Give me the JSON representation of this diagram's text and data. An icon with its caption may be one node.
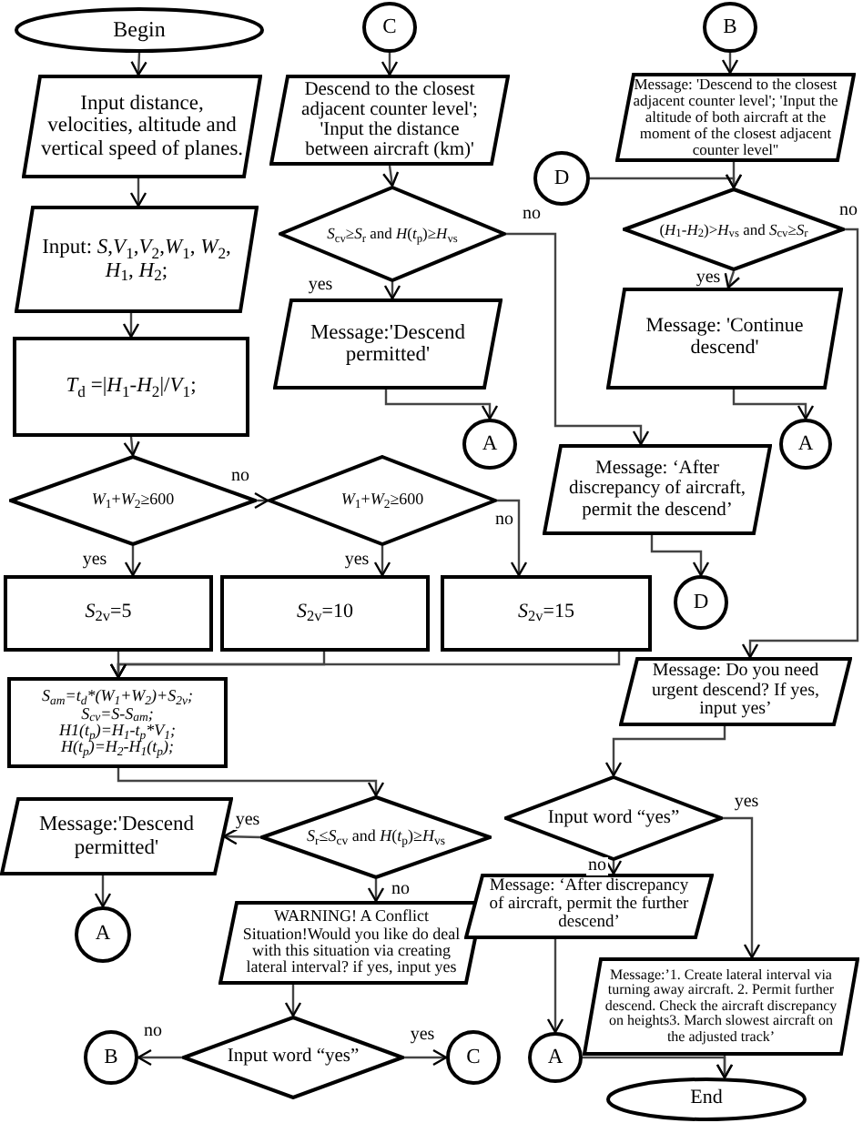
{
  "diagram": {
    "nodes": [
      {
        "text": [
          "Begin"
        ]
      },
      {
        "text": [
          "Input distance, velocities, altitude and vertical speed of planes."
        ]
      },
      {
        "text": [
          "Input: *S*,*V*$_{1}$,*V*$_{2}$,*W*$_{1}$, *W*$_{2}$, *H*$_{1}$, *H*$_{2}$;"
        ]
      },
      {
        "text": [
          "*T*$_{d}$ =|*H*$_{1}$-*H*$_{2}$|/*V*$_{1}$;"
        ]
      },
      {
        "text": [
          "*W*$_{1}$+*W*$_{2}$≥600"
        ]
      },
      {
        "text": [
          "*W*$_{1}$+*W*$_{2}$≥600"
        ]
      },
      {
        "text": [
          "*S*$_{2v}$=5"
        ]
      },
      {
        "text": [
          "*S*$_{2v}$=10"
        ]
      },
      {
        "text": [
          "*S*$_{2v}$=15"
        ]
      },
      {
        "text": [
          "S$_{am}$=t$_{d}$*(W$_{1}$+W$_{2}$)+S$_{2v}$;",
          "S$_{cv}$=S-S$_{am}$;",
          "H1(t$_{p}$)=H$_{1}$-t$_{p}$*V$_{1}$;",
          "H(t$_{p}$)=H$_{2}$-H$_{1}$(t$_{p}$);"
        ]
      },
      {
        "text": [
          "Message:'Descend permitted'"
        ]
      },
      {
        "text": [
          "*S*$_{r}$≤*S*$_{cv}$ and *H*(*t*$_{p}$)≥*H*$_{vs}$"
        ]
      },
      {
        "text": [
          "A"
        ]
      },
      {
        "text": [
          "WARNING! A Conflict Situation!Would you like do deal with this situation via creating lateral interval? if yes, input yes"
        ]
      },
      {
        "text": [
          "Input word “yes”"
        ]
      },
      {
        "text": [
          "B"
        ]
      },
      {
        "text": [
          "C"
        ]
      },
      {
        "text": [
          "C"
        ]
      },
      {
        "text": [
          "Descend to the closest adjacent counter level'; 'Input the distance between aircraft (km)'"
        ]
      },
      {
        "text": [
          "*S*$_{cv}$≥*S*$_{r}$ and *H*(*t*$_{p}$)≥*H*$_{vs}$"
        ]
      },
      {
        "text": [
          "Message:'Descend permitted'"
        ]
      },
      {
        "text": [
          "A"
        ]
      },
      {
        "text": [
          "B"
        ]
      },
      {
        "text": [
          "Message: 'Descend to the closest adjacent counter level'; 'Input the altitude of both aircraft at the moment of the closest adjacent counter level''"
        ]
      },
      {
        "text": [
          "D"
        ]
      },
      {
        "text": [
          "(*H*$_{1}$-*H*$_{2}$)>*H*$_{vs}$ and *S*$_{cv}$≥*S*$_{r}$"
        ]
      },
      {
        "text": [
          "Message: 'Continue descend'"
        ]
      },
      {
        "text": [
          "A"
        ]
      },
      {
        "text": [
          "Message: ‘After discrepancy of aircraft, permit the descend’"
        ]
      },
      {
        "text": [
          "D"
        ]
      },
      {
        "text": [
          "Message: Do you need urgent descend? If yes, input yes’"
        ]
      },
      {
        "text": [
          "Input word “yes”"
        ]
      },
      {
        "text": [
          "Message: ‘After discrepancy of aircraft, permit the further descend’"
        ]
      },
      {
        "text": [
          "Message:’1. Create lateral interval via turning away aircraft. 2. Permit further descend. Check the aircraft discrepancy on heights3. March slowest aircraft on the adjusted track’"
        ]
      },
      {
        "text": [
          "A"
        ]
      },
      {
        "text": [
          "End"
        ]
      }
    ],
    "edges": [
      {
        "from": 0,
        "to": 1,
        "arrow": "to"
      },
      {
        "from": 1,
        "to": 2,
        "arrow": "to"
      },
      {
        "from": 2,
        "to": 3,
        "arrow": "to"
      },
      {
        "from": 3,
        "to": 4,
        "arrow": "to"
      },
      {
        "from": 4,
        "to": 6,
        "arrow": "to",
        "label": "yes"
      },
      {
        "from": 4,
        "to": 5,
        "arrow": "to",
        "label": "no"
      },
      {
        "from": 5,
        "to": 7,
        "arrow": "to",
        "label": "yes"
      },
      {
        "from": 5,
        "to": 8,
        "arrow": "to",
        "label": "no"
      },
      {
        "from": 6,
        "to": 9,
        "arrow": "to"
      },
      {
        "from": 7,
        "to": 9,
        "arrow": "to"
      },
      {
        "from": 8,
        "to": 9,
        "arrow": "to"
      },
      {
        "from": 9,
        "to": 11,
        "arrow": "to"
      },
      {
        "from": 11,
        "to": 10,
        "arrow": "to",
        "label": "yes"
      },
      {
        "from": 11,
        "to": 13,
        "arrow": "to",
        "label": "no"
      },
      {
        "from": 10,
        "to": 12,
        "arrow": "to"
      },
      {
        "from": 13,
        "to": 14,
        "arrow": "to"
      },
      {
        "from": 14,
        "to": 15,
        "arrow": "to",
        "label": "no"
      },
      {
        "from": 14,
        "to": 16,
        "arrow": "to",
        "label": "yes"
      },
      {
        "from": 17,
        "to": 18,
        "arrow": "to"
      },
      {
        "from": 18,
        "to": 19,
        "arrow": "to"
      },
      {
        "from": 19,
        "to": 20,
        "arrow": "to",
        "label": "yes"
      },
      {
        "from": 19,
        "to": 28,
        "arrow": "to",
        "label": "no"
      },
      {
        "from": 20,
        "to": 21,
        "arrow": "to"
      },
      {
        "from": 22,
        "to": 23,
        "arrow": "to"
      },
      {
        "from": 24,
        "to": 25,
        "arrow": "to"
      },
      {
        "from": 23,
        "to": 25,
        "arrow": "to"
      },
      {
        "from": 25,
        "to": 26,
        "arrow": "to",
        "label": "yes"
      },
      {
        "from": 25,
        "to": 30,
        "arrow": "to",
        "label": "no"
      },
      {
        "from": 26,
        "to": 27,
        "arrow": "to"
      },
      {
        "from": 28,
        "to": 29,
        "arrow": "to"
      },
      {
        "from": 30,
        "to": 31,
        "arrow": "to"
      },
      {
        "from": 31,
        "to": 32,
        "arrow": "to",
        "label": "no"
      },
      {
        "from": 31,
        "to": 33,
        "arrow": "to",
        "label": "yes"
      },
      {
        "from": 32,
        "to": 34,
        "arrow": "to"
      },
      {
        "from": 34,
        "to": 35,
        "arrow": "to"
      },
      {
        "from": 33,
        "to": 35,
        "arrow": "to"
      }
    ]
  }
}
